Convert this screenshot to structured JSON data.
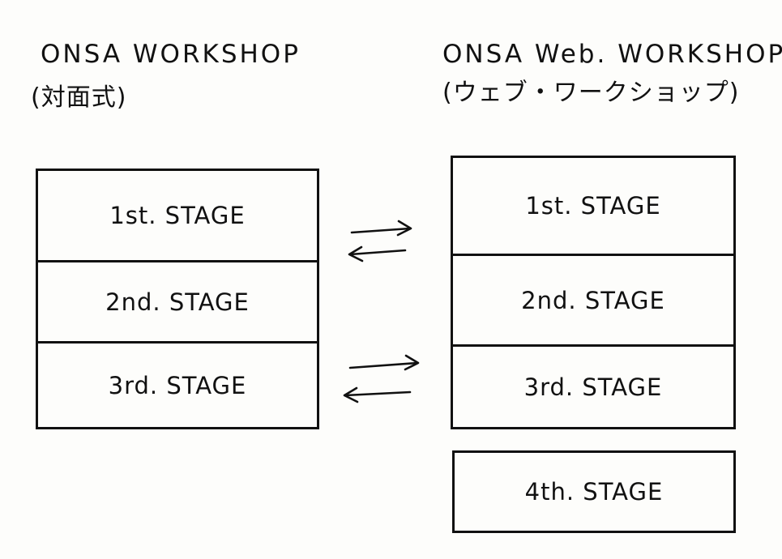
{
  "left": {
    "title": "ONSA WORKSHOP",
    "subtitle": "(対面式)",
    "stages": [
      "1st. STAGE",
      "2nd. STAGE",
      "3rd. STAGE"
    ]
  },
  "right": {
    "title": "ONSA Web. WORKSHOP",
    "subtitle": "(ウェブ・ワークショップ)",
    "stages": [
      "1st. STAGE",
      "2nd. STAGE",
      "3rd. STAGE"
    ],
    "extra_stage": "4th. STAGE"
  },
  "colors": {
    "ink": "#111111",
    "paper": "#fdfdfb"
  }
}
